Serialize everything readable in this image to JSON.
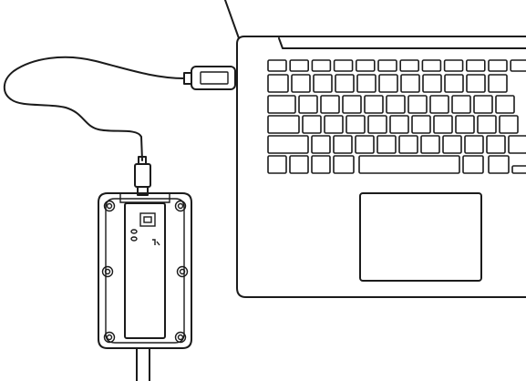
{
  "illustration": {
    "laptop": {
      "keyboard_rows": 6,
      "has_touchpad": true
    },
    "usb_connector": {
      "plugged_into": "laptop"
    },
    "device": {
      "mounting_holes": 6,
      "has_cable_exit": true
    },
    "colors": {
      "line": "#1b1b1b",
      "background": "#ffffff"
    }
  }
}
